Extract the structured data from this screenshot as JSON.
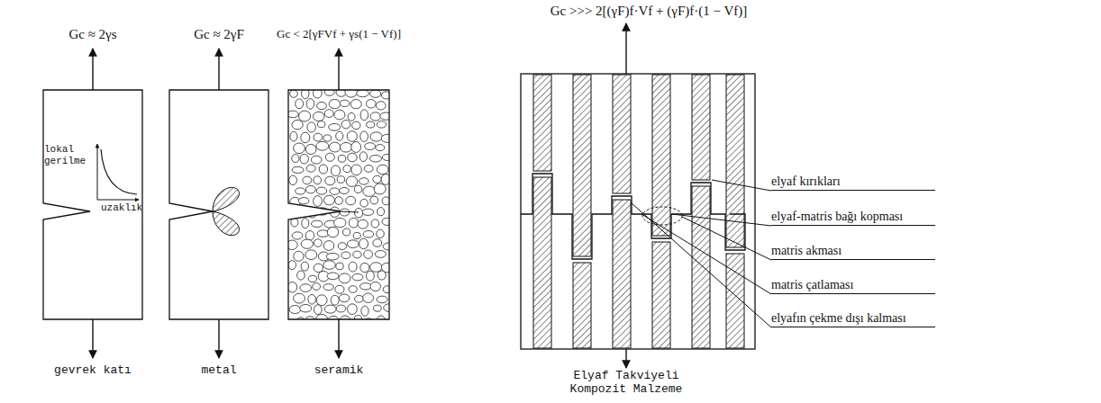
{
  "diagram": {
    "labels": [
      "Gc ≈ 2γs",
      "Gc ≈ 2γF",
      "Gc < 2[γFVf + γs(1 − Vf)]",
      "lokal gerilme",
      "uzaklık",
      "gevrek katı",
      "metal",
      "seramik",
      "Gc >>> 2[(γF)f·Vf + (γF)f·(1 − Vf)]",
      "elyaf kırıkları",
      "elyaf-matris bağı kopması",
      "matris akması",
      "matris çatlaması",
      "elyafın çekme dışı kalması",
      "Elyaf Takviyeli Kompozit Malzeme"
    ]
  }
}
